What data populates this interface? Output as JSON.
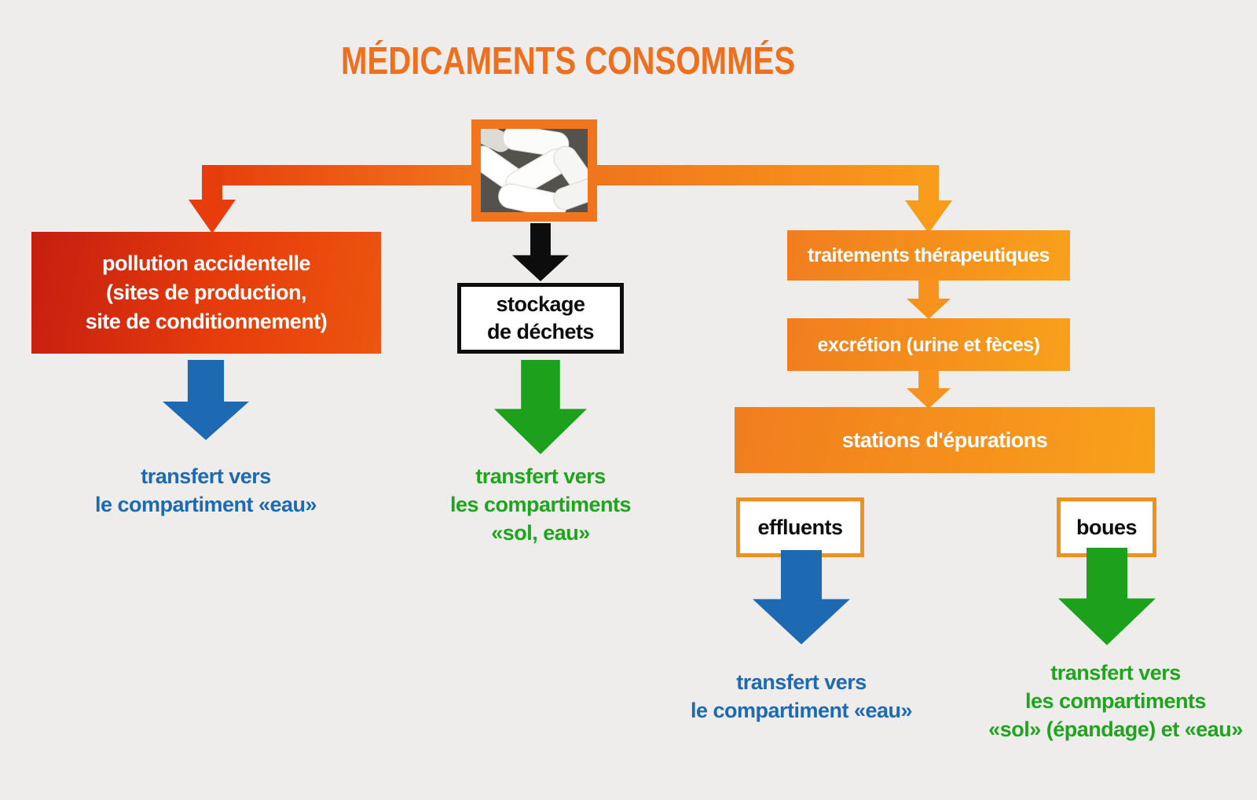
{
  "title": "MÉDICAMENTS CONSOMMÉS",
  "nodes": {
    "pollution": {
      "lines": [
        "pollution accidentelle",
        "(sites de production,",
        "site de conditionnement)"
      ]
    },
    "stockage": {
      "lines": [
        "stockage",
        "de déchets"
      ]
    },
    "traitements": {
      "label": "traitements thérapeutiques"
    },
    "excretion": {
      "label": "excrétion (urine et fèces)"
    },
    "stations": {
      "label": "stations d'épurations"
    },
    "effluents": {
      "label": "effluents"
    },
    "boues": {
      "label": "boues"
    }
  },
  "transfers": {
    "left_eau": {
      "lines": [
        "transfert vers",
        "le compartiment «eau»"
      ]
    },
    "center_sol_eau": {
      "lines": [
        "transfert vers",
        "les compartiments",
        "«sol, eau»"
      ]
    },
    "effluents_eau": {
      "lines": [
        "transfert vers",
        "le compartiment «eau»"
      ]
    },
    "boues_sol_eau": {
      "lines": [
        "transfert vers",
        "les compartiments",
        "«sol» (épandage) et «eau»"
      ]
    }
  },
  "icons": {
    "pills": "white-capsules-photo"
  },
  "colors": {
    "background": "#eeedeb",
    "title_orange": "#ee6f1e",
    "orange": "#f0751c",
    "orange_light": "#f9a01b",
    "red_dark": "#c41e10",
    "red": "#e73c0c",
    "blue": "#1d6ab3",
    "green": "#1da11c",
    "black": "#0d0d0d"
  }
}
